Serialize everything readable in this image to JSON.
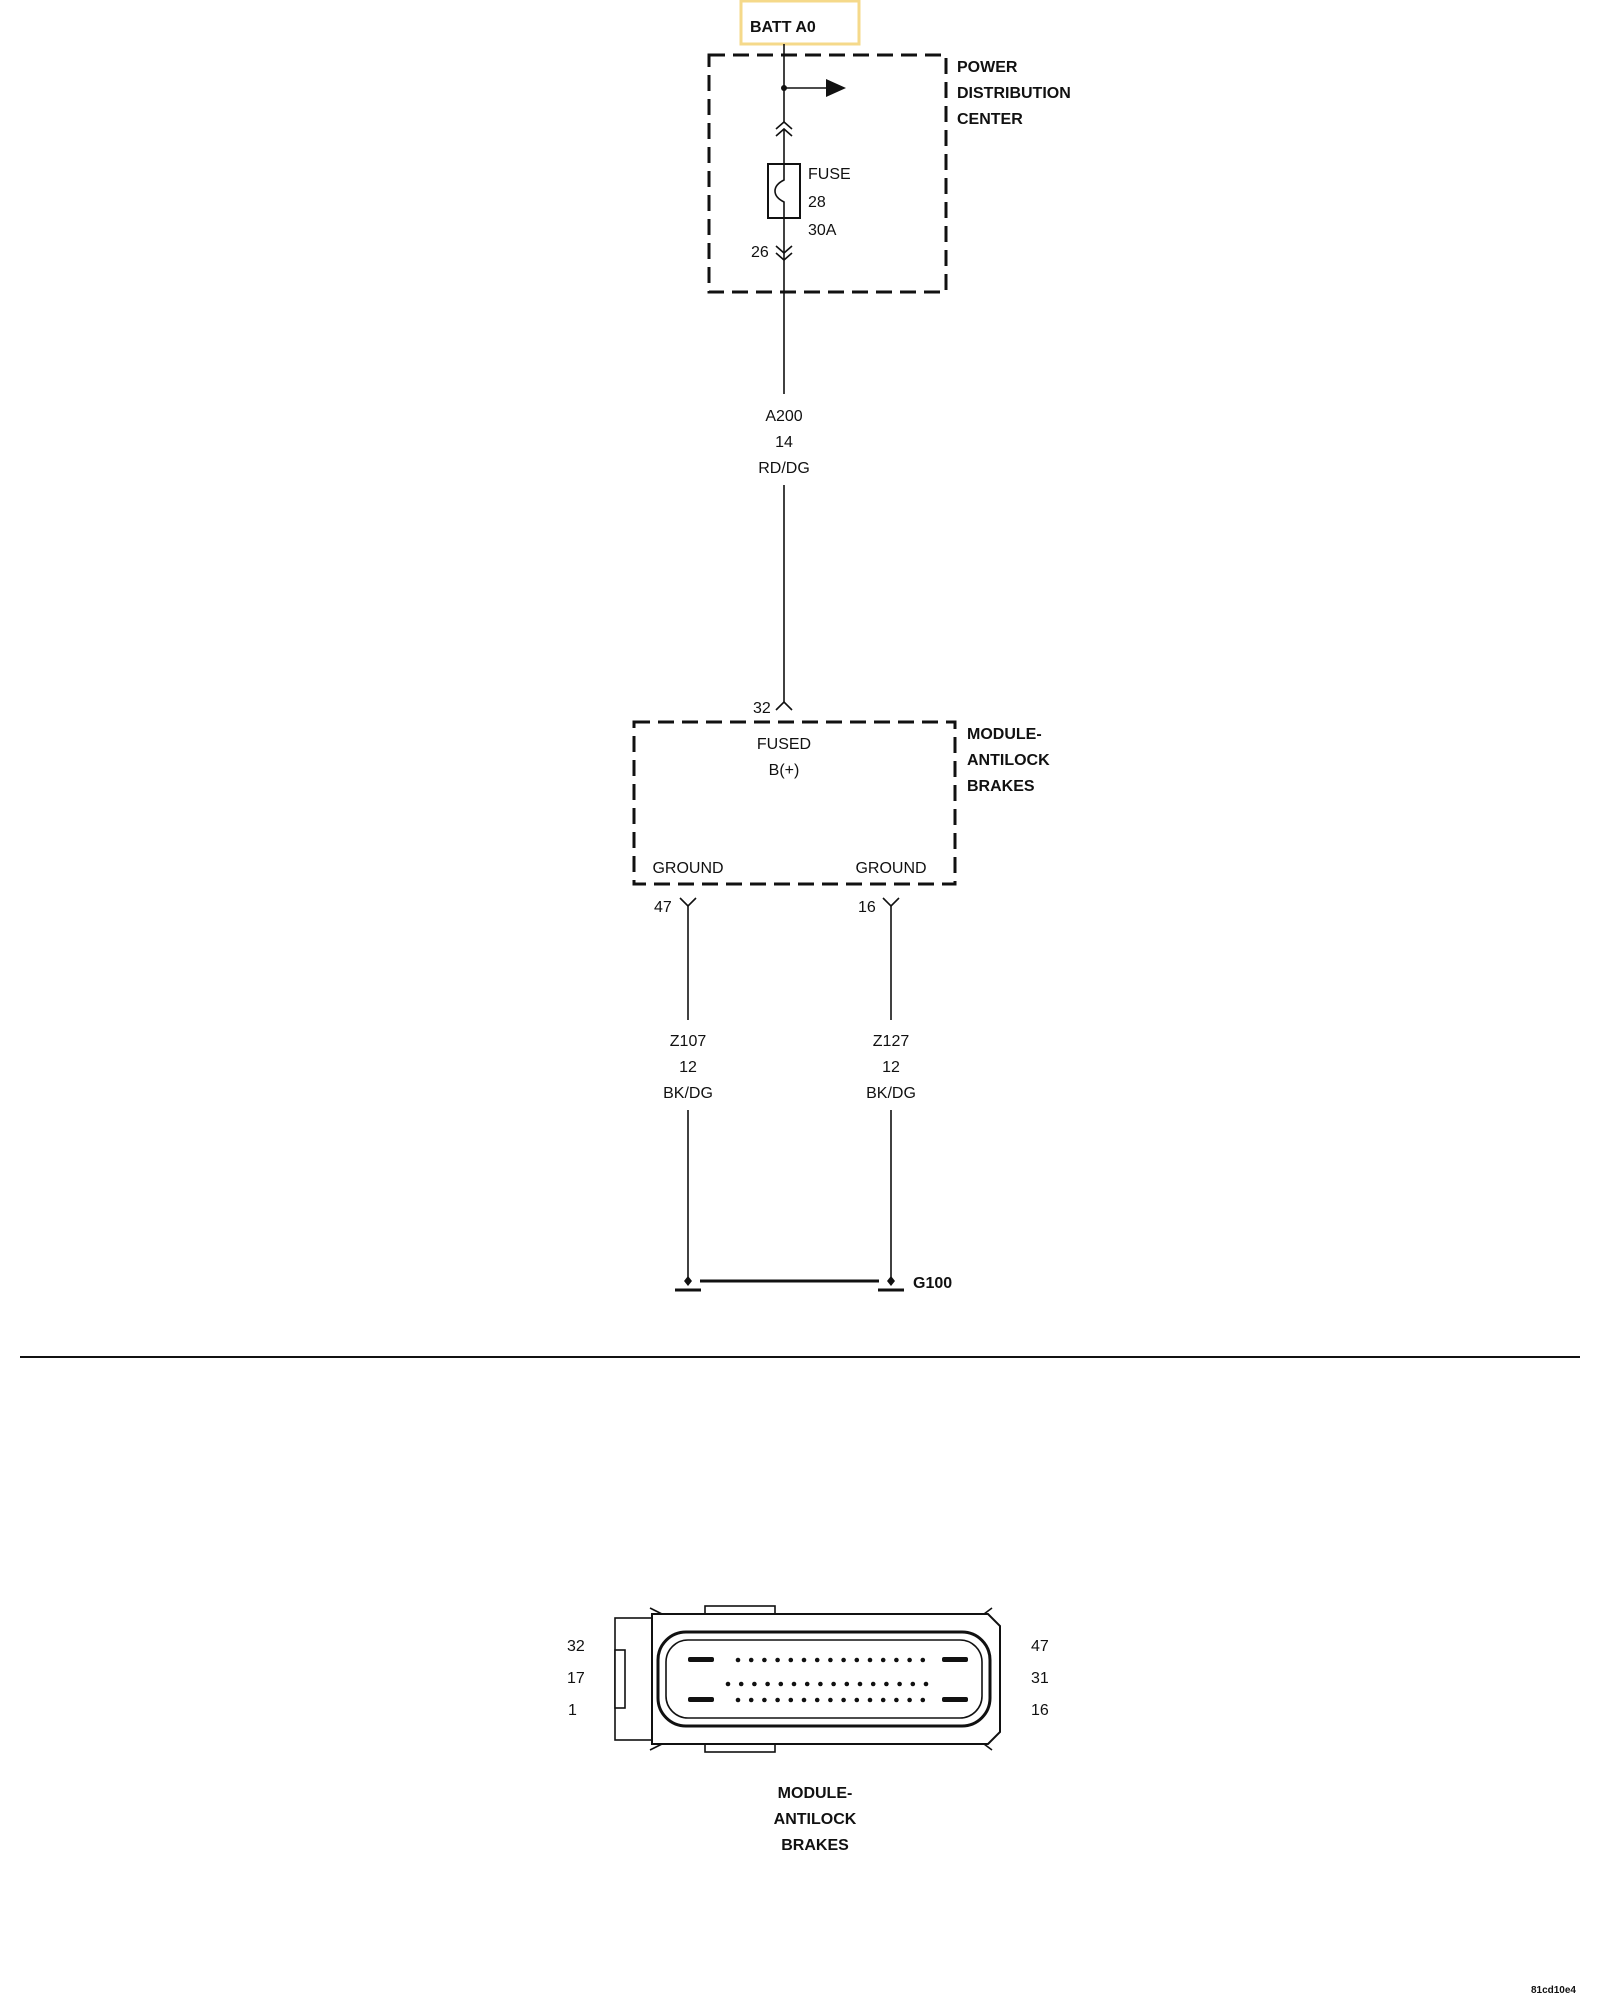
{
  "source": {
    "label": "BATT A0",
    "highlight_color": "#f5d98a"
  },
  "pdc": {
    "label_lines": [
      "POWER",
      "DISTRIBUTION",
      "CENTER"
    ],
    "fuse_lines": [
      "FUSE",
      "28",
      "30A"
    ],
    "output_cavity": "26"
  },
  "wire_a200": {
    "lines": [
      "A200",
      "14",
      "RD/DG"
    ]
  },
  "abs_module": {
    "input_cavity": "32",
    "input_label_lines": [
      "FUSED",
      "B(+)"
    ],
    "label_lines": [
      "MODULE-",
      "ANTILOCK",
      "BRAKES"
    ],
    "ground_left": {
      "label": "GROUND",
      "cavity": "47"
    },
    "ground_right": {
      "label": "GROUND",
      "cavity": "16"
    }
  },
  "wire_z107": {
    "lines": [
      "Z107",
      "12",
      "BK/DG"
    ]
  },
  "wire_z127": {
    "lines": [
      "Z127",
      "12",
      "BK/DG"
    ]
  },
  "ground_point": {
    "label": "G100"
  },
  "connector": {
    "left_pins": [
      "32",
      "17",
      "1"
    ],
    "right_pins": [
      "47",
      "31",
      "16"
    ],
    "label_lines": [
      "MODULE-",
      "ANTILOCK",
      "BRAKES"
    ]
  },
  "footer": {
    "code": "81cd10e4"
  }
}
